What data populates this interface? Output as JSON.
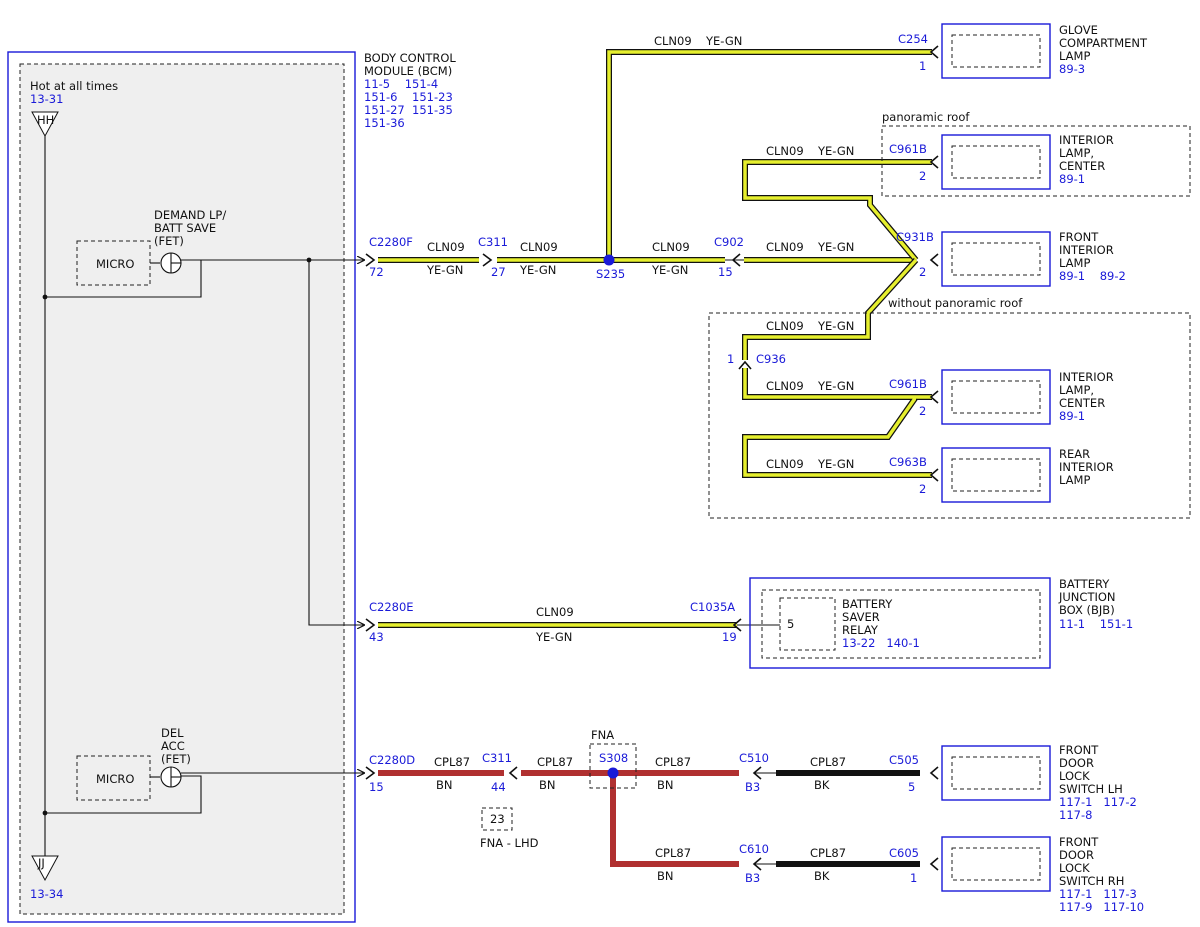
{
  "colors": {
    "wire_yegn": "#e6ef2e",
    "wire_bn": "#b03030",
    "wire_bk": "#111111",
    "label_blue": "#1a1ad8"
  },
  "bcm": {
    "title1": "BODY CONTROL",
    "title2": "MODULE (BCM)",
    "refs1": "11-5    151-4",
    "refs2": "151-6    151-23",
    "refs3": "151-27  151-35",
    "refs4": "151-36",
    "hot": "Hot at all times",
    "hot_ref": "13-31",
    "hh": "HH",
    "jj": "JJ",
    "jj_ref": "13-34",
    "micro1": "MICRO",
    "micro2": "MICRO",
    "demand1": "DEMAND LP/",
    "demand2": "BATT SAVE",
    "demand3": "(FET)",
    "del1": "DEL",
    "del2": "ACC",
    "del3": "(FET)"
  },
  "wires": {
    "cln09": "CLN09",
    "yegn": "YE-GN",
    "cpl87": "CPL87",
    "bn": "BN",
    "bk": "BK"
  },
  "connectors": {
    "c2280f": "C2280F",
    "c2280f_pin": "72",
    "c311a": "C311",
    "c311a_pin": "27",
    "s235": "S235",
    "c902": "C902",
    "c902_pin": "15",
    "c254": "C254",
    "c254_pin": "1",
    "c961b_top": "C961B",
    "c961b_top_pin": "2",
    "c931b": "C931B",
    "c931b_pin": "2",
    "c936": "C936",
    "c936_pin": "1",
    "c961b_bot": "C961B",
    "c961b_bot_pin": "2",
    "c963b": "C963B",
    "c963b_pin": "2",
    "c2280e": "C2280E",
    "c2280e_pin": "43",
    "c1035a": "C1035A",
    "c1035a_pin": "19",
    "c2280d": "C2280D",
    "c2280d_pin": "15",
    "c311b": "C311",
    "c311b_pin": "44",
    "s308": "S308",
    "fna": "FNA",
    "c510": "C510",
    "c510_pin": "B3",
    "c505": "C505",
    "c505_pin": "5",
    "c610": "C610",
    "c610_pin": "B3",
    "c605": "C605",
    "c605_pin": "1",
    "pin23": "23",
    "fna_lhd": "FNA - LHD"
  },
  "groups": {
    "panoramic": "panoramic roof",
    "without_panoramic": "without panoramic roof"
  },
  "components": {
    "glove": {
      "l1": "GLOVE",
      "l2": "COMPARTMENT",
      "l3": "LAMP",
      "ref": "89-3"
    },
    "int_center_a": {
      "l1": "INTERIOR",
      "l2": "LAMP,",
      "l3": "CENTER",
      "ref": "89-1"
    },
    "front_int": {
      "l1": "FRONT",
      "l2": "INTERIOR",
      "l3": "LAMP",
      "ref": "89-1    89-2"
    },
    "int_center_b": {
      "l1": "INTERIOR",
      "l2": "LAMP,",
      "l3": "CENTER",
      "ref": "89-1"
    },
    "rear_int": {
      "l1": "REAR",
      "l2": "INTERIOR",
      "l3": "LAMP"
    },
    "bjb": {
      "l1": "BATTERY",
      "l2": "JUNCTION",
      "l3": "BOX (BJB)",
      "ref": "11-1    151-1"
    },
    "relay": {
      "pin": "5",
      "l1": "BATTERY",
      "l2": "SAVER",
      "l3": "RELAY",
      "ref": "13-22   140-1"
    },
    "lock_lh": {
      "l1": "FRONT",
      "l2": "DOOR",
      "l3": "LOCK",
      "l4": "SWITCH LH",
      "ref1": "117-1   117-2",
      "ref2": "117-8"
    },
    "lock_rh": {
      "l1": "FRONT",
      "l2": "DOOR",
      "l3": "LOCK",
      "l4": "SWITCH RH",
      "ref1": "117-1   117-3",
      "ref2": "117-9   117-10"
    }
  }
}
